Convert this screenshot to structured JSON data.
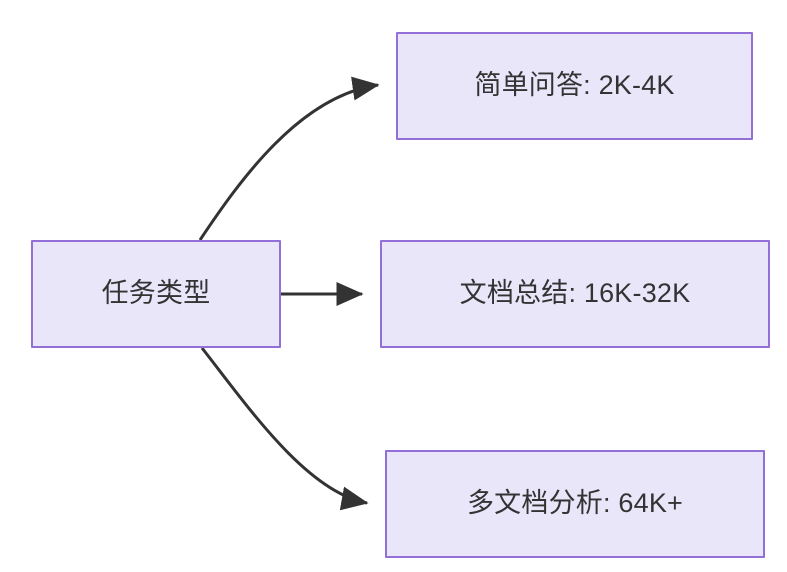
{
  "diagram": {
    "type": "flowchart",
    "direction": "left-to-right",
    "background_color": "#ffffff",
    "node_fill_color": "#e9e6fa",
    "node_border_color": "#9370d8",
    "node_text_color": "#333333",
    "edge_color": "#333333",
    "root": {
      "id": "task-type",
      "label": "任务类型"
    },
    "branches": [
      {
        "id": "simple-qa",
        "label": "简单问答: 2K-4K",
        "edge_style": "curved",
        "arrow": "solid-triangle"
      },
      {
        "id": "doc-summary",
        "label": "文档总结: 16K-32K",
        "edge_style": "straight",
        "arrow": "solid-triangle"
      },
      {
        "id": "multi-doc",
        "label": "多文档分析: 64K+",
        "edge_style": "curved",
        "arrow": "solid-triangle"
      }
    ]
  }
}
